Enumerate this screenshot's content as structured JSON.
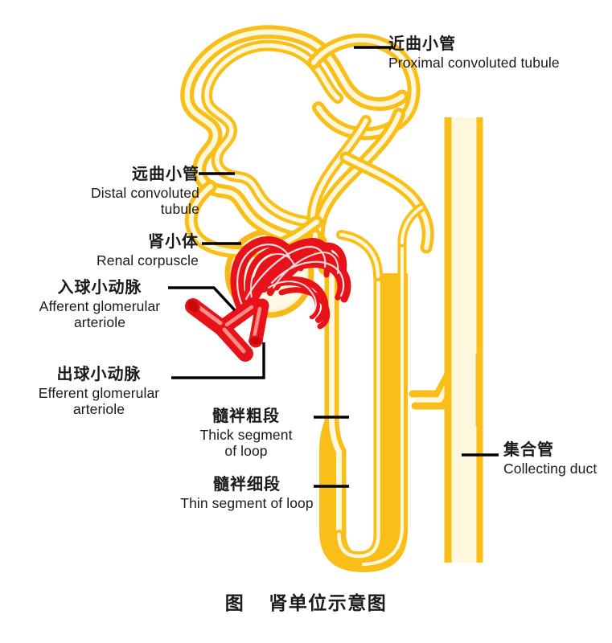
{
  "caption": {
    "prefix": "图",
    "title": "肾单位示意图"
  },
  "colors": {
    "tubule_wall": "#F9BE17",
    "tubule_wall_dark": "#E8A80C",
    "tubule_lumen": "#FDF7DD",
    "capsule_fill": "#FBF3CE",
    "capsule_ring": "#F6B81A",
    "glomerulus_red": "#E8131A",
    "glomerulus_highlight": "#FFFFFF",
    "arteriole_red": "#E8131A",
    "leader_line": "#000000",
    "text": "#1A1A1A",
    "background": "#FFFFFF"
  },
  "labels": [
    {
      "id": "proximal",
      "cn": "近曲小管",
      "en": "Proximal convoluted tubule",
      "side": "right"
    },
    {
      "id": "distal",
      "cn": "远曲小管",
      "en_line1": "Distal convoluted",
      "en_line2": "tubule",
      "side": "left"
    },
    {
      "id": "corpuscle",
      "cn": "肾小体",
      "en": "Renal corpuscle",
      "side": "left"
    },
    {
      "id": "afferent",
      "cn": "入球小动脉",
      "en_line1": "Afferent glomerular",
      "en_line2": "arteriole",
      "side": "left"
    },
    {
      "id": "efferent",
      "cn": "出球小动脉",
      "en_line1": "Efferent glomerular",
      "en_line2": "arteriole",
      "side": "left"
    },
    {
      "id": "thick",
      "cn": "髓袢粗段",
      "en_line1": "Thick segment",
      "en_line2": "of loop",
      "side": "left"
    },
    {
      "id": "thin",
      "cn": "髓袢细段",
      "en": "Thin segment of loop",
      "side": "left"
    },
    {
      "id": "collecting",
      "cn": "集合管",
      "en": "Collecting duct",
      "side": "right"
    }
  ],
  "diagram": {
    "subject": "nephron",
    "parts": [
      "proximal-convoluted-tubule",
      "distal-convoluted-tubule",
      "renal-corpuscle",
      "glomerulus",
      "bowmans-capsule",
      "afferent-glomerular-arteriole",
      "efferent-glomerular-arteriole",
      "loop-of-henle-thick-segment",
      "loop-of-henle-thin-segment",
      "collecting-duct"
    ]
  }
}
